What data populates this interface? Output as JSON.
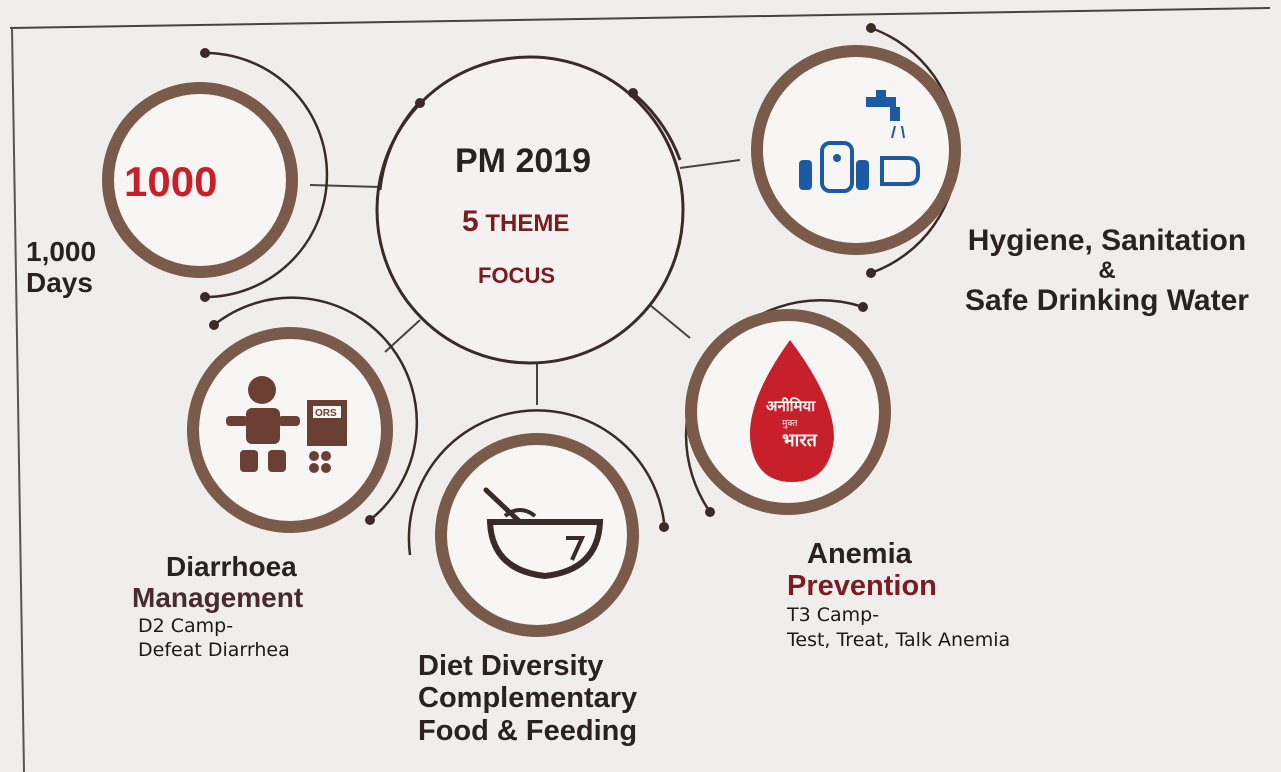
{
  "center": {
    "line1": "PM 2019",
    "line2_number": "5",
    "line2_word": "THEME",
    "line3": "FOCUS"
  },
  "badges": {
    "days_logo_text": "1000",
    "ors_packet_text": "ORS",
    "anemia_logo_line1": "अनीमिया",
    "anemia_logo_line2": "मुक्त",
    "anemia_logo_line3": "भारत"
  },
  "themes": {
    "days": {
      "line1": "1,000",
      "line2": "Days"
    },
    "hygiene": {
      "line1": "Hygiene, Sanitation",
      "line2": "&",
      "line3": "Safe Drinking Water"
    },
    "diarrhoea": {
      "line1": "Diarrhoea",
      "line2": "Management",
      "sub1": "D2 Camp-",
      "sub2": "Defeat Diarrhea"
    },
    "diet": {
      "line1": "Diet Diversity",
      "line2": "Complementary",
      "line3": "Food & Feeding"
    },
    "anemia": {
      "line1": "Anemia",
      "line2": "Prevention",
      "sub1": "T3 Camp-",
      "sub2": "Test, Treat, Talk Anemia"
    }
  },
  "colors": {
    "ring": "#7a5a4a",
    "ring_inner": "#f7f6f4",
    "arc": "#3a2a28",
    "accent_red": "#c8202a",
    "icon_brown": "#6b3f33",
    "icon_blue": "#1d5aa6",
    "title_maroon": "#7a1c22"
  }
}
